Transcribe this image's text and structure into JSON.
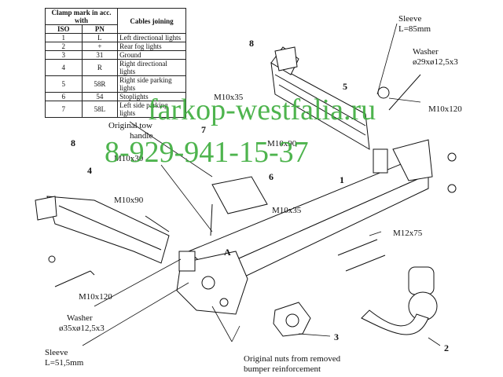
{
  "table": {
    "header_clamp": "Clamp mark in acc. with",
    "header_iso": "ISO",
    "header_pn": "PN",
    "header_cables": "Cables joining",
    "rows": [
      {
        "iso": "1",
        "pn": "L",
        "desc": "Left directional lights"
      },
      {
        "iso": "2",
        "pn": "+",
        "desc": "Rear fog lights"
      },
      {
        "iso": "3",
        "pn": "31",
        "desc": "Ground"
      },
      {
        "iso": "4",
        "pn": "R",
        "desc": "Right directional lights"
      },
      {
        "iso": "5",
        "pn": "58R",
        "desc": "Right side parking lights"
      },
      {
        "iso": "6",
        "pn": "54",
        "desc": "Stoplights"
      },
      {
        "iso": "7",
        "pn": "58L",
        "desc": "Left side parking lights"
      }
    ]
  },
  "labels": {
    "sleeve_top": "Sleeve",
    "sleeve_top_len": "L=85mm",
    "washer_top": "Washer",
    "washer_top_dim": "ø29xø12,5x3",
    "m10x120_top": "M10x120",
    "m10x35_a": "M10x35",
    "original_tow": "Original tow",
    "handle": "handle",
    "m10x30": "M10x30",
    "m10x90_mid": "M10x90",
    "m10x90_left": "M10x90",
    "m10x35_b": "M10x35",
    "m12x75": "M12x75",
    "m10x120_bottom": "M10x120",
    "washer_bottom": "Washer",
    "washer_bottom_dim": "ø35xø12,5x3",
    "sleeve_bottom": "Sleeve",
    "sleeve_bottom_len": "L=51,5mm",
    "original_nuts": "Original nuts from removed",
    "bumper_reinf": "bumper reinforcement",
    "point_a": "A"
  },
  "part_numbers": {
    "p8_top": "8",
    "p5": "5",
    "p7": "7",
    "p8_left": "8",
    "p4": "4",
    "p6": "6",
    "p1": "1",
    "p3": "3",
    "p2": "2"
  },
  "watermark": {
    "site": "farkop-westfalia.ru",
    "phone": "8-929-941-15-37"
  },
  "colors": {
    "watermark": "#3fae3f",
    "line": "#111111"
  }
}
